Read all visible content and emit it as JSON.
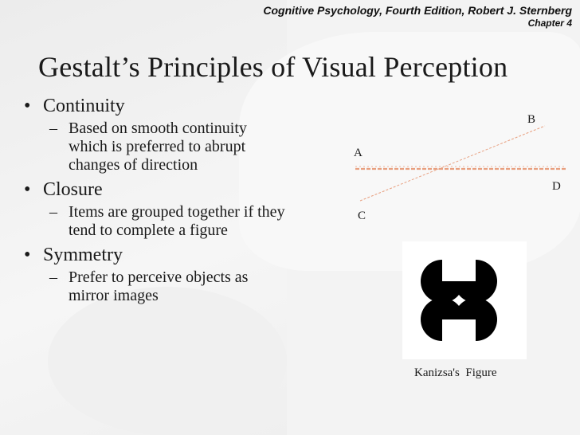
{
  "header": {
    "line1": "Cognitive Psychology, Fourth Edition, Robert J. Sternberg",
    "line2": "Chapter 4"
  },
  "title": "Gestalt’s Principles of Visual Perception",
  "bullets": [
    {
      "label": "Continuity",
      "sub_lines": [
        "Based on smooth continuity",
        "which is preferred to abrupt",
        "changes of direction"
      ]
    },
    {
      "label": "Closure",
      "sub_lines": [
        "Items are grouped together if they",
        "tend to complete a figure"
      ]
    },
    {
      "label": "Symmetry",
      "sub_lines": [
        "Prefer to perceive objects as",
        "mirror images"
      ]
    }
  ],
  "marks": {
    "bullet": "•",
    "dash": "–"
  },
  "continuity_figure": {
    "labels": {
      "a": "A",
      "b": "B",
      "c": "C",
      "d": "D"
    },
    "line_color": "#e8a080"
  },
  "kanizsa": {
    "caption": "Kanizsa's  Figure"
  },
  "colors": {
    "background": "#f3f3f3",
    "text": "#1a1a1a",
    "pacman": "#000000"
  }
}
